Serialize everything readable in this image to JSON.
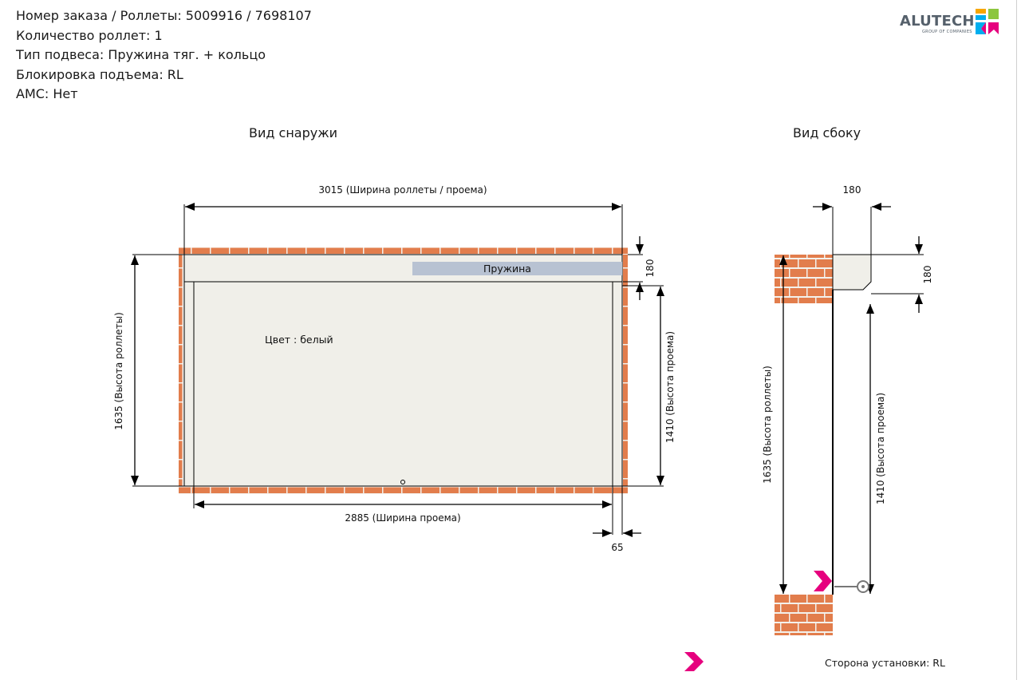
{
  "header": {
    "order_line": "Номер заказа / Роллеты: 5009916 / 7698107",
    "count_line": "Количество роллет: 1",
    "suspension_line": "Тип подвеса: Пружина тяг. + кольцо",
    "lock_line": "Блокировка подъема: RL",
    "ams_line": "АМС: Нет"
  },
  "logo": {
    "wordmark": "ALUTECH",
    "tagline": "GROUP OF COMPANIES",
    "colors": [
      "#8cc63f",
      "#f7a600",
      "#00aeef",
      "#e6007e"
    ]
  },
  "front_view": {
    "title": "Вид снаружи",
    "total_width_label": "3015 (Ширина роллеты / проема)",
    "box_height_label": "180",
    "spring_label": "Пружина",
    "color_label": "Цвет : белый",
    "roller_height_label": "1635 (Высота роллеты)",
    "opening_height_label": "1410 (Высота проема)",
    "opening_width_label": "2885 (Ширина проема)",
    "guide_width_label": "65"
  },
  "side_view": {
    "title": "Вид сбоку",
    "box_depth_label": "180",
    "box_height_label": "180",
    "roller_height_label": "1635 (Высота роллеты)",
    "opening_height_label": "1410 (Высота проема)"
  },
  "footer": {
    "install_side": "Сторона установки: RL"
  },
  "colors": {
    "brick": "#e27d4c",
    "mortar": "#f3f1ec",
    "panel": "#f0efe9",
    "spring_bar": "#b8c2d2",
    "marker": "#e6007e"
  }
}
